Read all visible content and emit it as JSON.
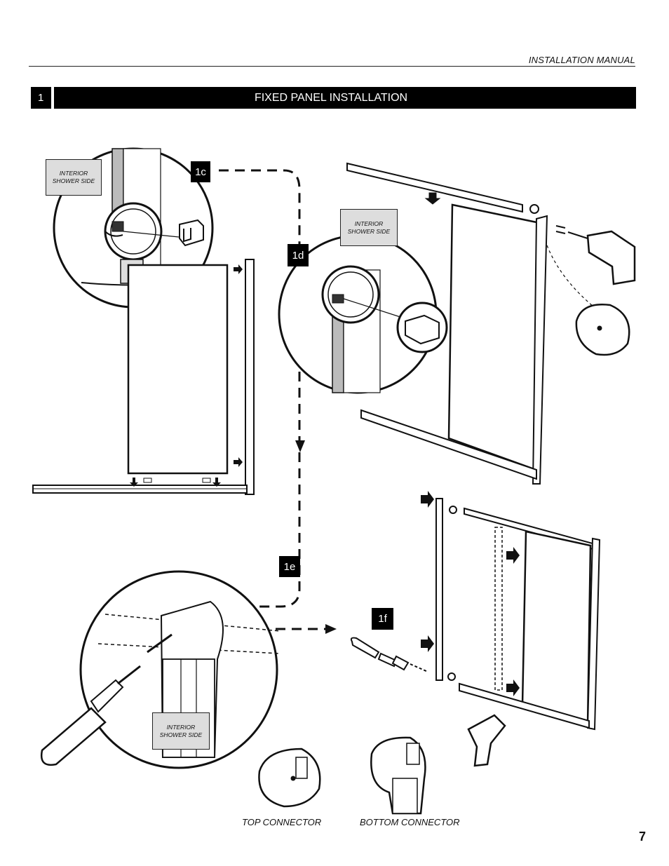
{
  "header": {
    "manual_label": "INSTALLATION MANUAL"
  },
  "section": {
    "step_number": "1",
    "title": "FIXED  PANEL INSTALLATION"
  },
  "tags": {
    "c": "1c",
    "d": "1d",
    "e": "1e",
    "f": "1f"
  },
  "labels": {
    "interior_side": "INTERIOR SHOWER SIDE",
    "top_connector": "TOP CONNECTOR",
    "bottom_connector": "BOTTOM CONNECTOR"
  },
  "page_number": "7"
}
